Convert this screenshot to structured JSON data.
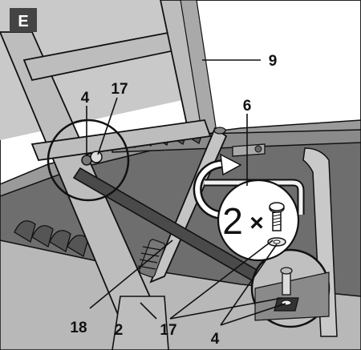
{
  "step_letter": "E",
  "callouts": {
    "c9": "9",
    "c6": "6",
    "c4_top": "4",
    "c17_top": "17",
    "c18": "18",
    "c2": "2",
    "c17_bottom": "17",
    "c4_bottom": "4"
  },
  "quantity": {
    "count": "2",
    "symbol": "×"
  },
  "colors": {
    "frame_grey": "#bdbdbd",
    "dark_panel": "#6e6e6e",
    "deep_shadow": "#4a4a4a",
    "line": "#111111"
  }
}
